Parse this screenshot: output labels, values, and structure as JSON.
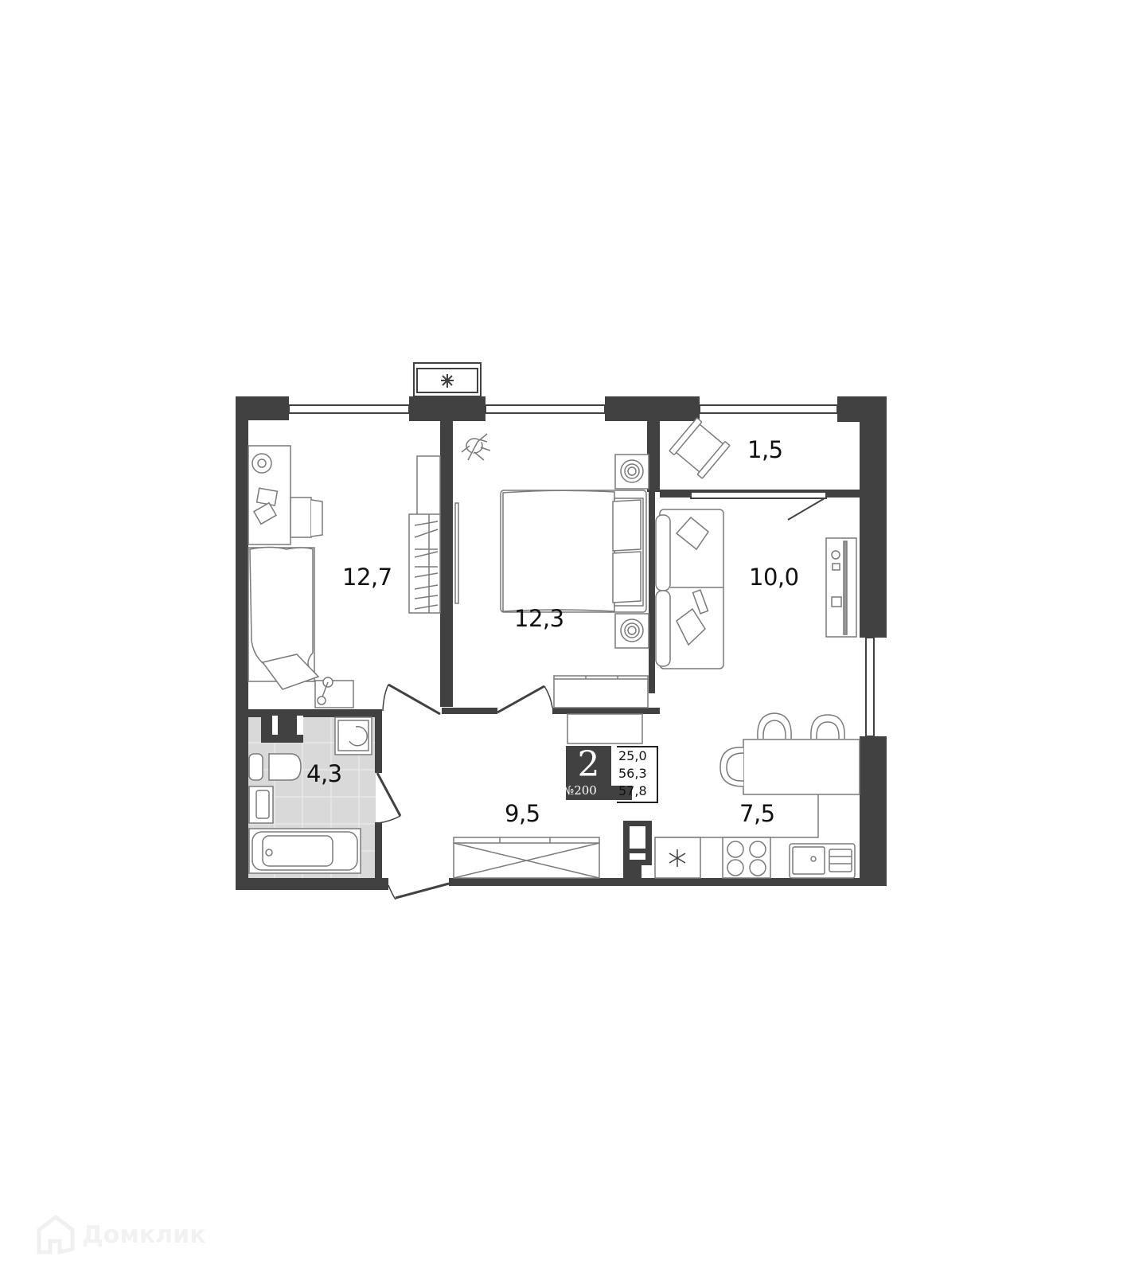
{
  "apartment": {
    "rooms_count": "2",
    "number_label": "№200",
    "living_area": "25,0",
    "total_area": "56,3",
    "total_area_with_balcony": "57,8"
  },
  "rooms": [
    {
      "id": "bedroom-1",
      "area": "12,7"
    },
    {
      "id": "bedroom-2",
      "area": "12,3"
    },
    {
      "id": "balcony",
      "area": "1,5"
    },
    {
      "id": "living-room",
      "area": "10,0"
    },
    {
      "id": "bathroom",
      "area": "4,3"
    },
    {
      "id": "hallway",
      "area": "9,5"
    },
    {
      "id": "kitchen",
      "area": "7,5"
    }
  ],
  "icons": {
    "air_conditioner": "snowflake-asterisk",
    "fridge": "snowflake",
    "stove": "four-burner-cooktop",
    "plant": "plant-leaves"
  },
  "colors": {
    "wall": "#414141",
    "furniture_line": "#7a7a7a",
    "bathroom_floor": "#d9d9d9"
  },
  "watermark": {
    "text": "Домклик"
  }
}
